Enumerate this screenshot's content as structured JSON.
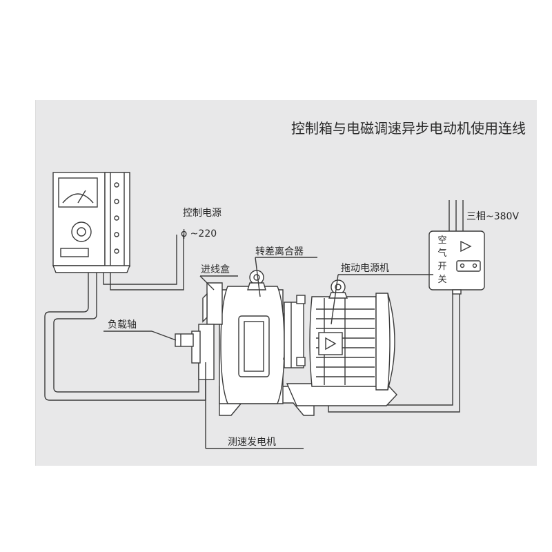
{
  "diagram": {
    "title": "控制箱与电磁调速异步电动机使用连线",
    "labels": {
      "control_power": "控制电源",
      "control_voltage": "ϕ ~220",
      "slip_clutch": "转差离合器",
      "junction_box": "进线盒",
      "drive_motor": "拖动电源机",
      "load_shaft": "负载轴",
      "tacho_generator": "测速发电机",
      "three_phase": "三相~380V",
      "air_switch_chars": [
        "空",
        "气",
        "开",
        "关"
      ]
    }
  }
}
